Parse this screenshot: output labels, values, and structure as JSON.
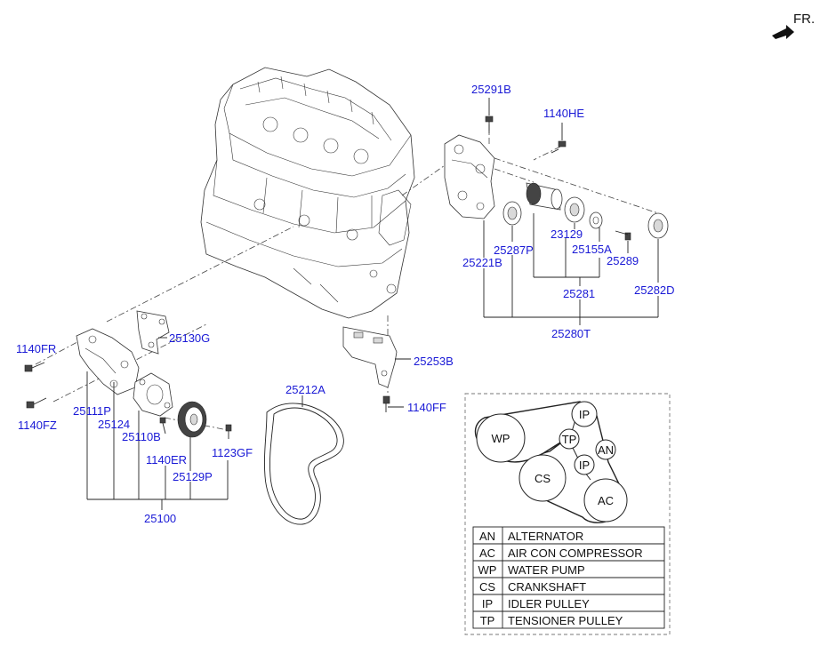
{
  "direction": {
    "label": "FR."
  },
  "parts": {
    "p25291B": "25291B",
    "p1140HE": "1140HE",
    "p25221B": "25221B",
    "p25287P": "25287P",
    "p23129": "23129",
    "p25155A": "25155A",
    "p25289": "25289",
    "p25281": "25281",
    "p25282D": "25282D",
    "p25280T": "25280T",
    "p25130G": "25130G",
    "p25253B": "25253B",
    "p1140FR": "1140FR",
    "p1140FZ": "1140FZ",
    "p25111P": "25111P",
    "p25124": "25124",
    "p25110B": "25110B",
    "p1140ER": "1140ER",
    "p1123GF": "1123GF",
    "p25129P": "25129P",
    "p25100": "25100",
    "p25212A": "25212A",
    "p1140FF": "1140FF"
  },
  "belt_routing": {
    "pulleys": [
      "WP",
      "IP",
      "TP",
      "IP",
      "AN",
      "CS",
      "AC"
    ]
  },
  "legend": [
    {
      "code": "AN",
      "name": "ALTERNATOR"
    },
    {
      "code": "AC",
      "name": "AIR CON COMPRESSOR"
    },
    {
      "code": "WP",
      "name": "WATER PUMP"
    },
    {
      "code": "CS",
      "name": "CRANKSHAFT"
    },
    {
      "code": "IP",
      "name": "IDLER PULLEY"
    },
    {
      "code": "TP",
      "name": "TENSIONER PULLEY"
    }
  ]
}
